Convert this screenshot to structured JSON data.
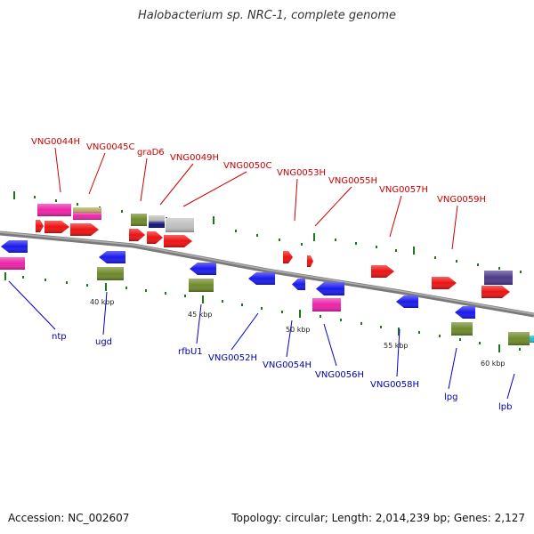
{
  "title": "Halobacterium sp. NRC-1, complete genome",
  "footer": {
    "accession": "Accession: NC_002607",
    "topology": "Topology: circular; Length: 2,014,239 bp; Genes: 2,127"
  },
  "colors": {
    "forward_label": "#cc0000",
    "reverse_label": "#0000aa",
    "backbone": "#8a8a8a",
    "tick": "#1a7a1a",
    "red": "#ee1111",
    "blue": "#1a1aee",
    "magenta": "#ee22aa",
    "olive": "#6e8a2a",
    "khaki": "#b8b060",
    "purple": "#4a3a8a",
    "gray": "#c0c0c0",
    "navy": "#10107a",
    "cyan": "#22bbcc"
  },
  "scale_labels": [
    "40 kbp",
    "45 kbp",
    "50 kbp",
    "55 kbp",
    "60 kbp"
  ],
  "forward_labels": [
    "VNG0044H",
    "VNG0045C",
    "graD6",
    "VNG0049H",
    "VNG0050C",
    "VNG0053H",
    "VNG0055H",
    "VNG0057H",
    "VNG0059H"
  ],
  "reverse_labels": [
    "ntp",
    "ugd",
    "rfbU1",
    "VNG0052H",
    "VNG0054H",
    "VNG0056H",
    "VNG0058H",
    "lpg",
    "lpb"
  ]
}
